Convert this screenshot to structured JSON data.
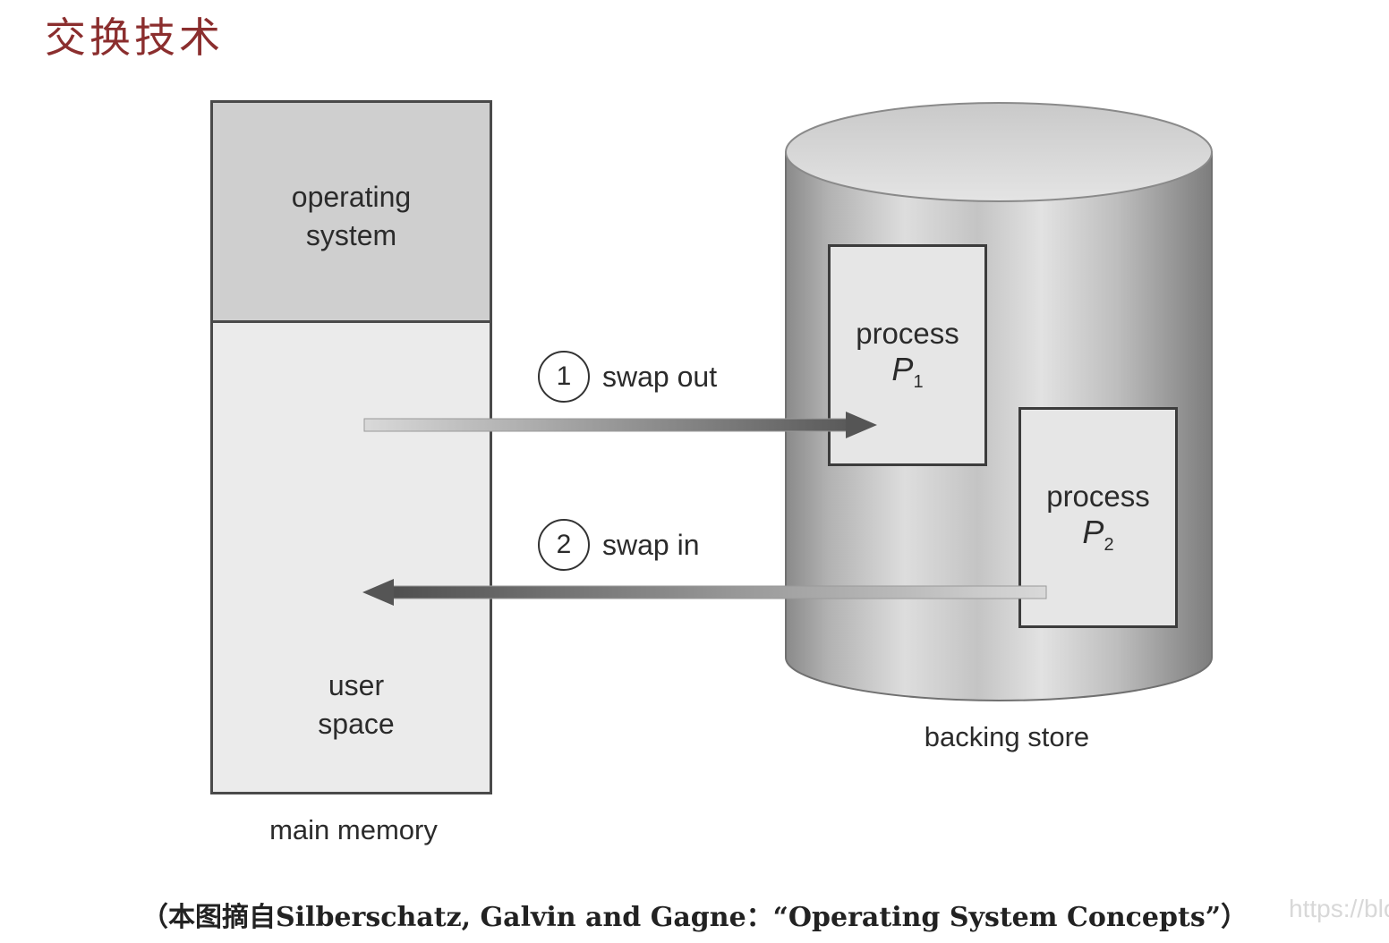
{
  "title": "交换技术",
  "main_memory": {
    "os_label": "operating\nsystem",
    "user_label": "user\nspace",
    "caption": "main memory"
  },
  "backing_store": {
    "caption": "backing store",
    "process1": {
      "label": "process",
      "name": "P",
      "sub": "1"
    },
    "process2": {
      "label": "process",
      "name": "P",
      "sub": "2"
    }
  },
  "steps": [
    {
      "number": "1",
      "label": "swap out"
    },
    {
      "number": "2",
      "label": "swap in"
    }
  ],
  "source_caption": "（本图摘自Silberschatz, Galvin and  Gagne：“Operating System Concepts”）",
  "watermark": "https://blo",
  "colors": {
    "title": "#8b2e2e"
  }
}
